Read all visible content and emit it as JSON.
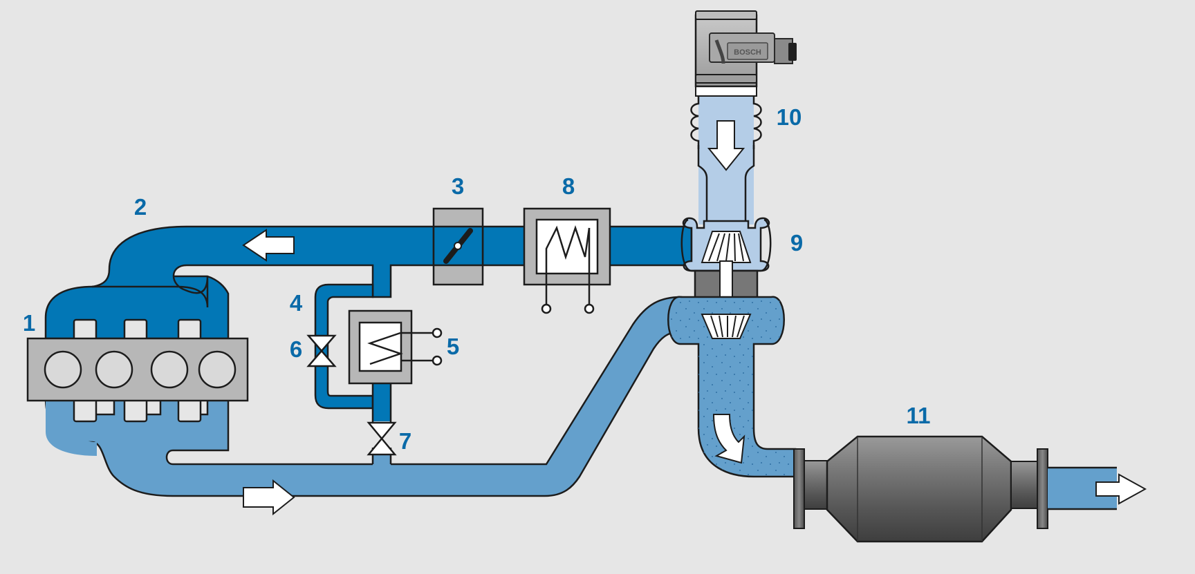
{
  "colors": {
    "background": "#e6e6e6",
    "intake_pipe": "#0277b6",
    "exhaust_pipe": "#64a0cc",
    "fresh_air": "#b4cde7",
    "callout_text": "#0a6aa8",
    "component_gray": "#b7b7b7",
    "outline": "#1c1c1c"
  },
  "callouts": [
    {
      "id": "engine",
      "text": "1"
    },
    {
      "id": "intake-manifold",
      "text": "2"
    },
    {
      "id": "throttle-valve",
      "text": "3"
    },
    {
      "id": "egr-line",
      "text": "4"
    },
    {
      "id": "egr-cooler",
      "text": "5"
    },
    {
      "id": "egr-valve-upper",
      "text": "6"
    },
    {
      "id": "egr-valve-lower",
      "text": "7"
    },
    {
      "id": "intercooler",
      "text": "8"
    },
    {
      "id": "turbocharger",
      "text": "9"
    },
    {
      "id": "air-mass-meter",
      "text": "10"
    },
    {
      "id": "catalytic-converter",
      "text": "11"
    }
  ],
  "sensor_logo": "BOSCH",
  "icons": [
    "flow-arrow-icon",
    "throttle-butterfly-icon",
    "heat-exchanger-icon",
    "valve-icon",
    "compressor-wheel-icon",
    "turbine-wheel-icon",
    "bellows-icon",
    "connector-plug-icon"
  ]
}
